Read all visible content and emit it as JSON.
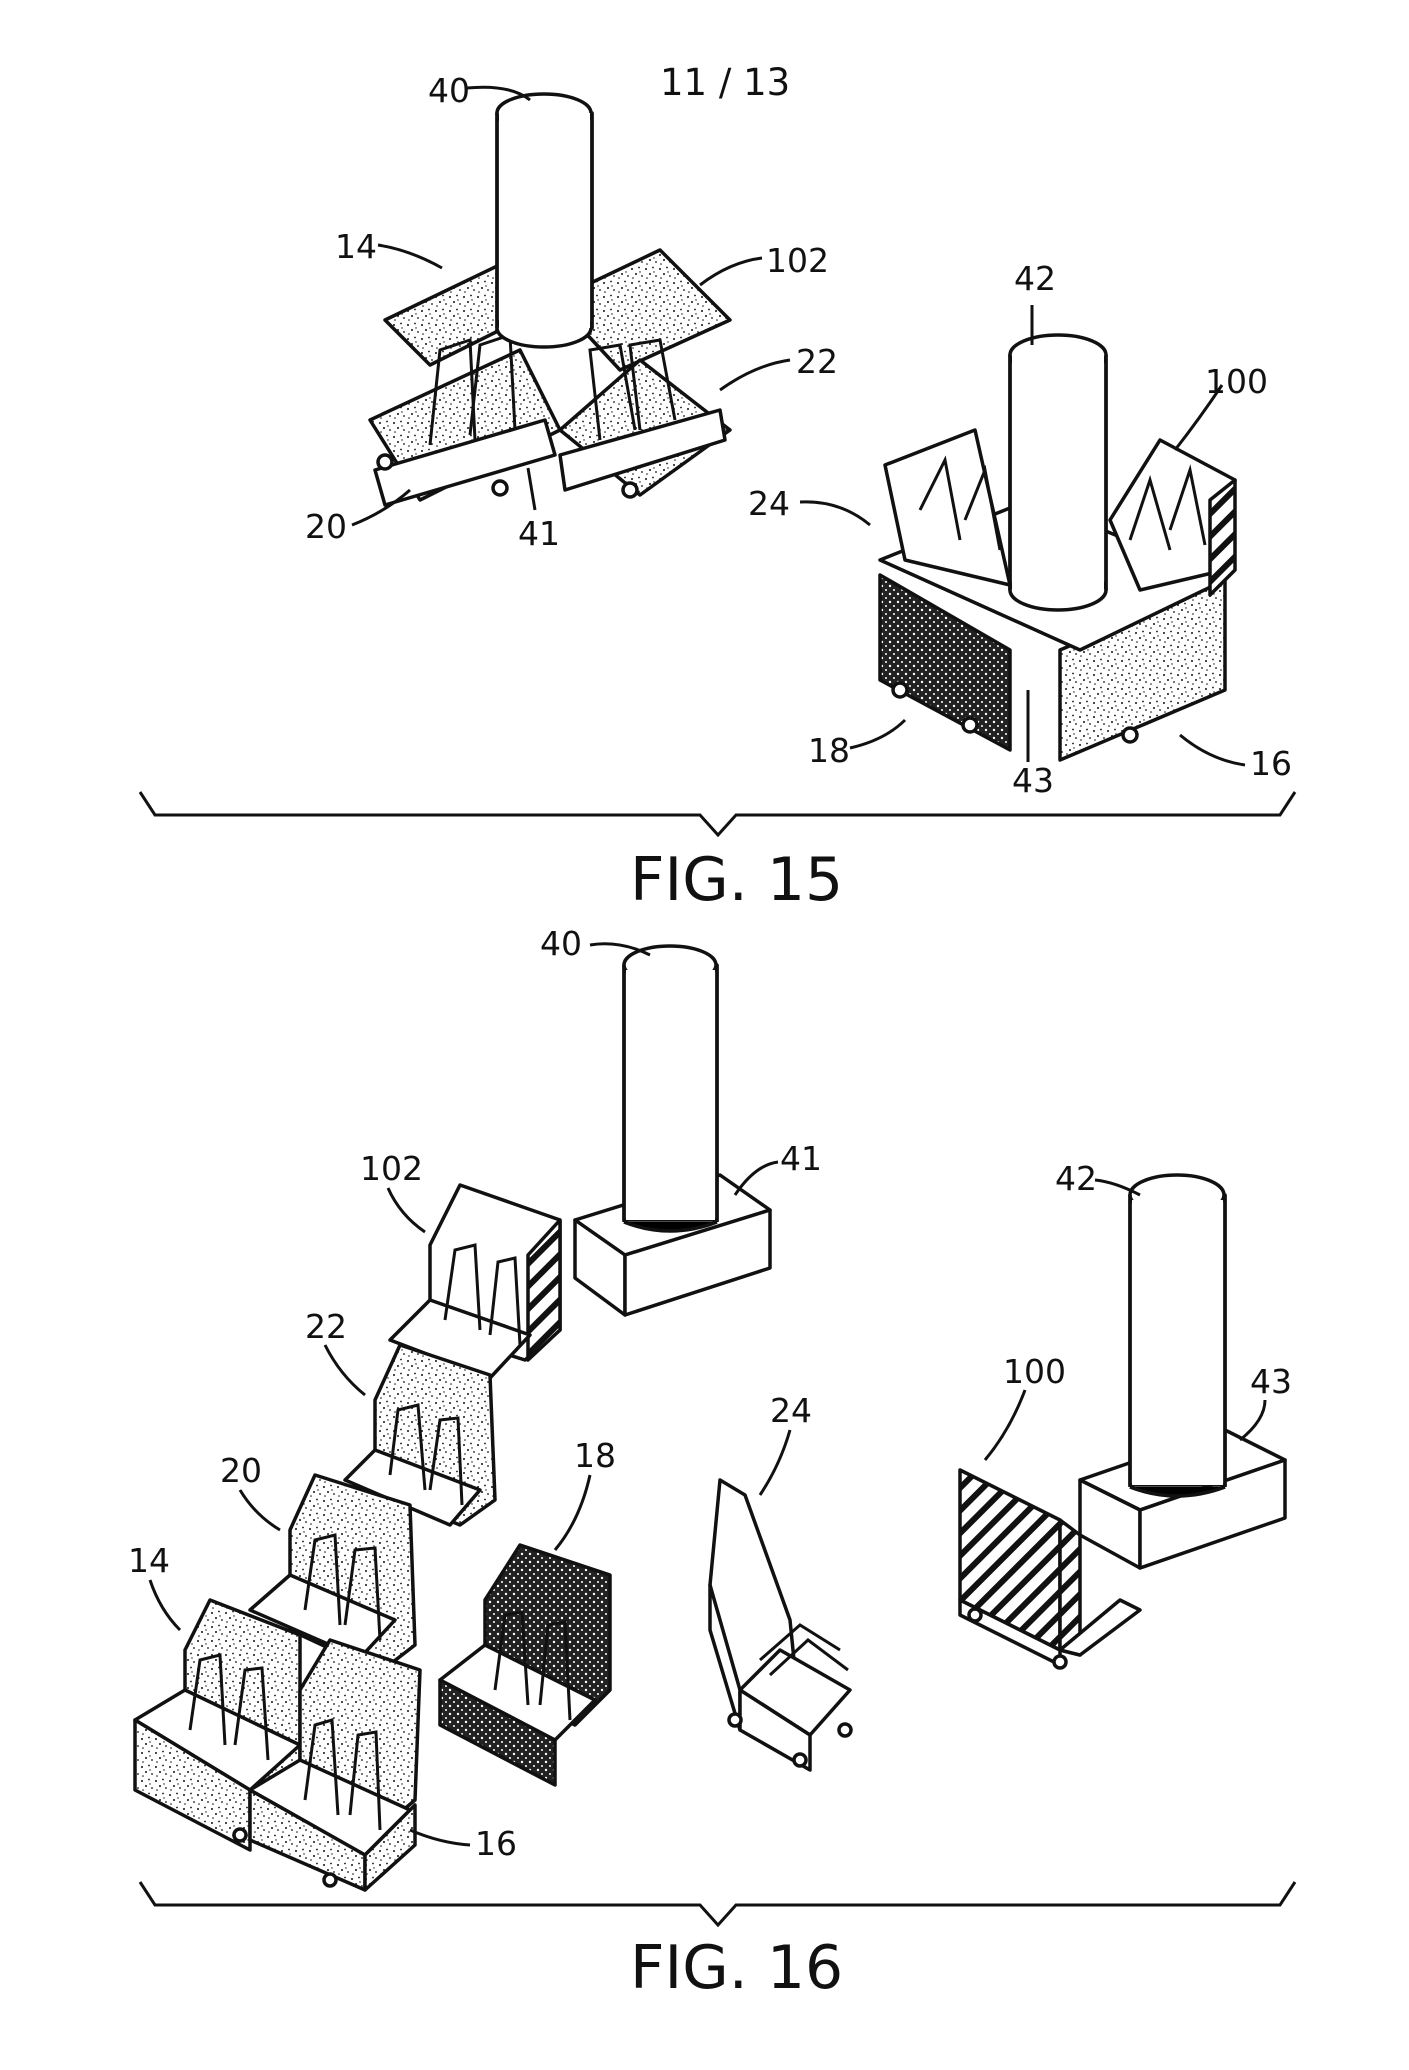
{
  "page": {
    "number": "11 / 13"
  },
  "figures": [
    {
      "id": "fig15",
      "caption": "FIG. 15"
    },
    {
      "id": "fig16",
      "caption": "FIG. 16"
    }
  ],
  "fig15_labels": {
    "l40": "40",
    "l14": "14",
    "l102": "102",
    "l22": "22",
    "l20": "20",
    "l41": "41",
    "l42": "42",
    "l100": "100",
    "l24": "24",
    "l18": "18",
    "l43": "43",
    "l16": "16"
  },
  "fig16_labels": {
    "l40": "40",
    "l41": "41",
    "l102": "102",
    "l22": "22",
    "l20": "20",
    "l14": "14",
    "l18": "18",
    "l24": "24",
    "l42": "42",
    "l43": "43",
    "l100": "100",
    "l16": "16"
  },
  "colors": {
    "ink": "#111111",
    "paper": "#ffffff"
  }
}
